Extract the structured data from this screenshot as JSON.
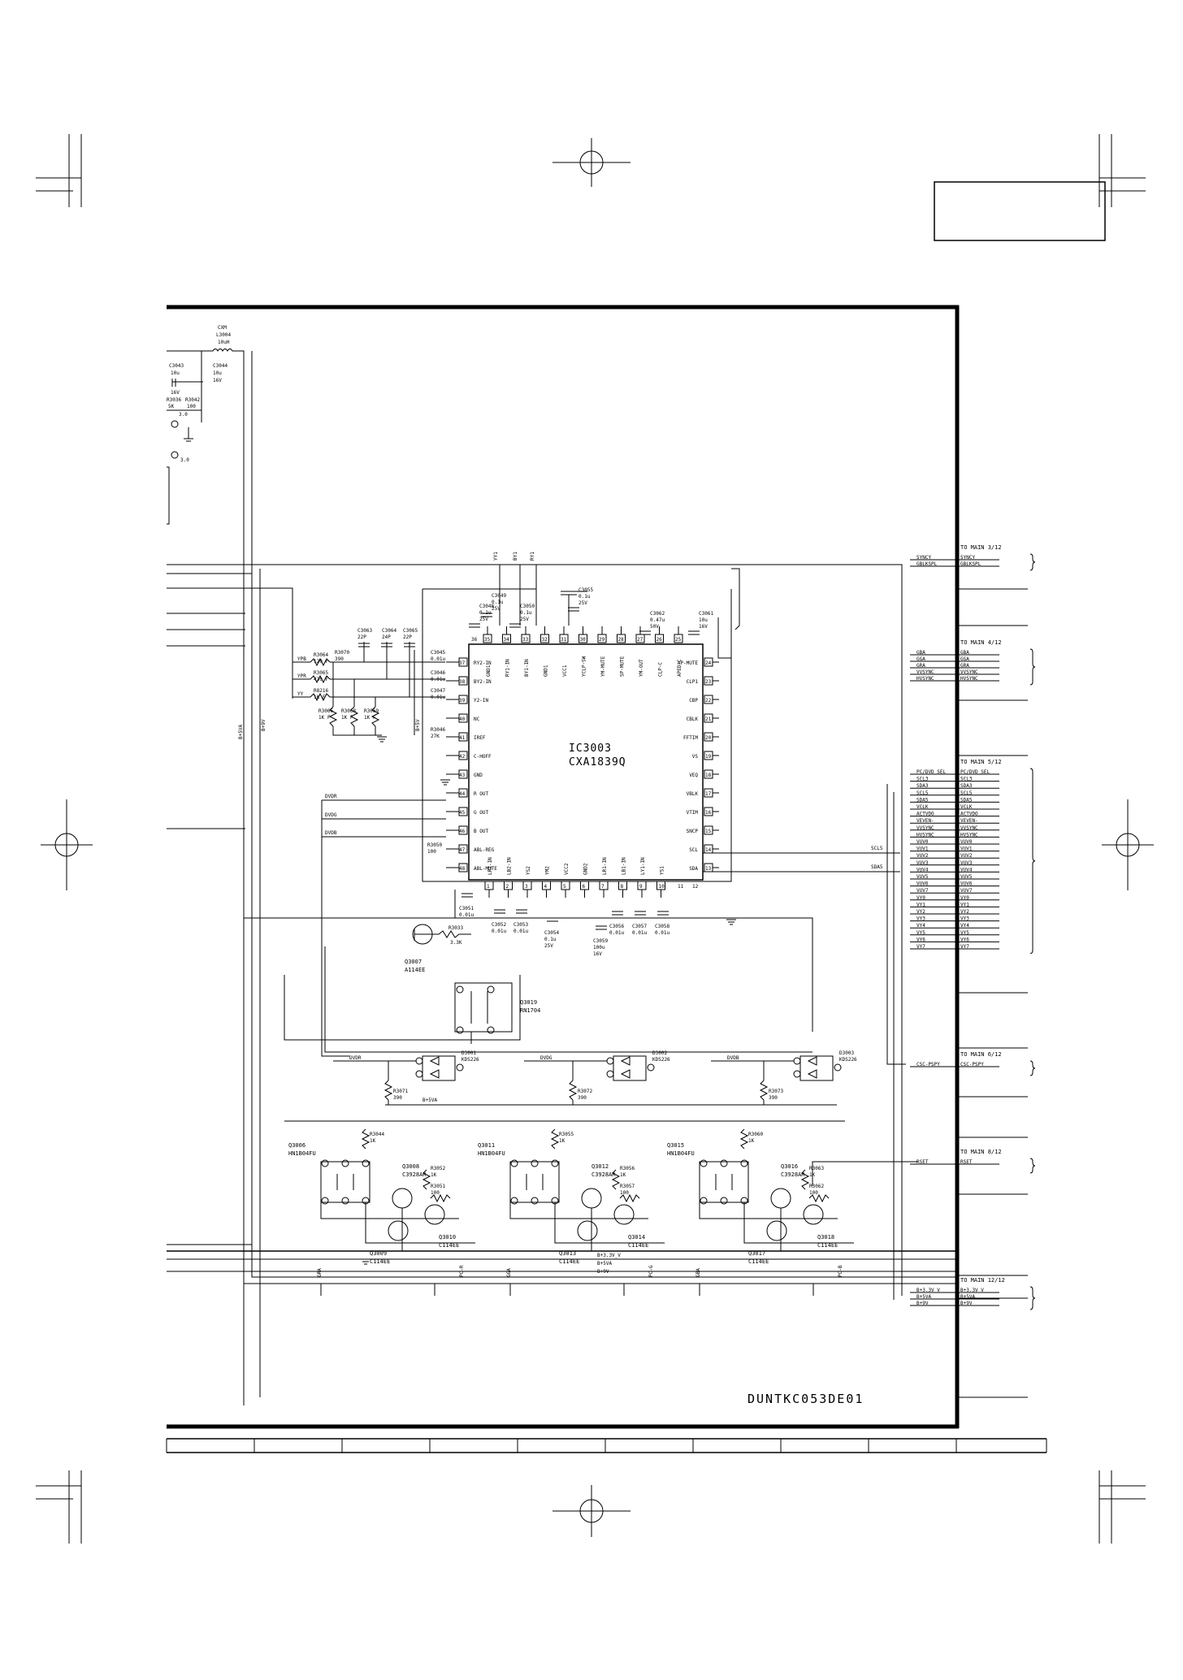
{
  "ic": {
    "ref": "IC3003",
    "part": "CXA1839Q",
    "pins_top": [
      "GND1",
      "RY1-IN",
      "BY1-IN",
      "GND1",
      "VCC1",
      "YCLP-SW",
      "YM-MUTE",
      "SP-MUTE",
      "YM-OUT",
      "CLP-C",
      "APED-C"
    ],
    "pins_left": [
      "RY2-IN",
      "BY2-IN",
      "Y2-IN",
      "NC",
      "IREF",
      "C-HOFF",
      "GND",
      "R OUT",
      "G OUT",
      "B OUT",
      "ABL-REG",
      "ABL-MUTE"
    ],
    "pins_right": [
      "AP-MUTE",
      "CLP1",
      "CBP",
      "CBLK",
      "FFTIM",
      "VS",
      "VEQ",
      "VBLK",
      "VTIM",
      "SNCP",
      "SCL",
      "SDA"
    ],
    "pins_bottom": [
      "LR2-IN",
      "LB2-IN",
      "YS2",
      "YM2",
      "VCC2",
      "GND2",
      "LR1-IN",
      "LB1-IN",
      "LY1-IN",
      "YS1"
    ],
    "pin_nums_top": [
      "36",
      "35",
      "34",
      "33",
      "32",
      "31",
      "30",
      "29",
      "28",
      "27",
      "26",
      "25"
    ],
    "pin_nums_left": [
      "37",
      "38",
      "39",
      "40",
      "41",
      "42",
      "43",
      "44",
      "45",
      "46",
      "47",
      "48"
    ],
    "pin_nums_right": [
      "24",
      "23",
      "22",
      "21",
      "20",
      "19",
      "18",
      "17",
      "16",
      "15",
      "14",
      "13"
    ],
    "pin_nums_bottom": [
      "1",
      "2",
      "3",
      "4",
      "5",
      "6",
      "7",
      "8",
      "9",
      "10",
      "11",
      "12"
    ]
  },
  "top_components": [
    {
      "ref": "C3048",
      "val1": "0.1u",
      "val2": "25V"
    },
    {
      "ref": "C3049",
      "val1": "0.1u",
      "val2": "25V"
    },
    {
      "ref": "C3050",
      "val1": "0.1u",
      "val2": "25V"
    },
    {
      "ref": "C3055",
      "val1": "0.1u",
      "val2": "25V"
    },
    {
      "ref": "C3062",
      "val1": "0.47u",
      "val2": "50V"
    },
    {
      "ref": "C3061",
      "val1": "10u",
      "val2": "16V"
    }
  ],
  "top_nets": [
    "YY1",
    "BY1",
    "RY1"
  ],
  "left_components": [
    {
      "ref": "C3063",
      "val": "22P"
    },
    {
      "ref": "C3064",
      "val": "24P"
    },
    {
      "ref": "C3065",
      "val": "22P"
    },
    {
      "ref": "R3064",
      "val": "120 F"
    },
    {
      "ref": "R3070",
      "val": "390"
    },
    {
      "ref": "R3065",
      "val": "430 F"
    },
    {
      "ref": "R8216",
      "val": "1K F"
    },
    {
      "ref": "R3066",
      "val": "1K F"
    },
    {
      "ref": "R3068",
      "val": "1K F"
    },
    {
      "ref": "R3069",
      "val": "1K F"
    },
    {
      "ref": "C3045",
      "val": "0.01u"
    },
    {
      "ref": "C3046",
      "val": "0.01u"
    },
    {
      "ref": "C3047",
      "val": "0.01u"
    },
    {
      "ref": "R3046",
      "val": "27K"
    },
    {
      "ref": "R3050",
      "val": "100"
    }
  ],
  "left_nets": [
    "YPB",
    "YPR",
    "YY",
    "DVDR",
    "DVDG",
    "DVDB"
  ],
  "left_misc": {
    "choke_ref": "CXM",
    "choke_name": "L3004",
    "choke_val": "10uH",
    "c3043_ref": "C3043",
    "c3043_v1": "10u",
    "c3043_v2": "16V",
    "c3044_ref": "C3044",
    "c3044_v1": "10u",
    "c3044_v2": "16V",
    "r3036": "R3036",
    "r3036v": "5K",
    "r3042": "R3042",
    "r3042v": "100",
    "b5va": "B+5VA",
    "b9v": "B+9V",
    "b5v": "B+5V",
    "v3": "3.0"
  },
  "bottom_caps": [
    {
      "ref": "C3051",
      "val": "0.01u"
    },
    {
      "ref": "C3052",
      "val": "0.01u"
    },
    {
      "ref": "C3053",
      "val": "0.01u"
    },
    {
      "ref": "C3054",
      "val": "0.1u",
      "val2": "25V"
    },
    {
      "ref": "C3059",
      "val": "100u",
      "val2": "16V"
    },
    {
      "ref": "C3056",
      "val": "0.01u"
    },
    {
      "ref": "C3057",
      "val": "0.01u"
    },
    {
      "ref": "C3058",
      "val": "0.01u"
    }
  ],
  "transistors": {
    "q3007": {
      "ref": "Q3007",
      "part": "A114EE"
    },
    "q3019": {
      "ref": "Q3019",
      "part": "RN1704"
    },
    "r3033": {
      "ref": "R3033",
      "val": "3.3K"
    },
    "d3001": {
      "ref": "D3001",
      "part": "KDS226"
    },
    "d3002": {
      "ref": "D3002",
      "part": "KDS226"
    },
    "d3003": {
      "ref": "D3003",
      "part": "KDS226"
    },
    "r3071": {
      "ref": "R3071",
      "val": "390"
    },
    "r3072": {
      "ref": "R3072",
      "val": "390"
    },
    "r3073": {
      "ref": "R3073",
      "val": "390"
    }
  },
  "driver_blocks": [
    {
      "hn": "Q3006",
      "hnpart": "HN1B04FU",
      "q1": "Q3008",
      "q1part": "C3928AR",
      "r1": "R3044",
      "r1v": "1K",
      "r2": "R3051",
      "r2v": "100",
      "rb": "R3052",
      "rbv": "1K",
      "q2": "Q3009",
      "q2part": "C114EE",
      "q3": "Q3010",
      "q3part": "C114EE",
      "net_in": "DVDR",
      "net_out": "GRA",
      "pc": "PC-R"
    },
    {
      "hn": "Q3011",
      "hnpart": "HN1B04FU",
      "q1": "Q3012",
      "q1part": "C3928AR",
      "r1": "R3055",
      "r1v": "1K",
      "r2": "R3057",
      "r2v": "100",
      "rb": "R3056",
      "rbv": "1K",
      "q2": "Q3013",
      "q2part": "C114EE",
      "q3": "Q3014",
      "q3part": "C114EE",
      "net_in": "DVDG",
      "net_out": "GGA",
      "pc": "PC-G"
    },
    {
      "hn": "Q3015",
      "hnpart": "HN1B04FU",
      "q1": "Q3016",
      "q1part": "C3928AR",
      "r1": "R3060",
      "r1v": "1K",
      "r2": "R3062",
      "r2v": "100",
      "rb": "R3063",
      "rbv": "1K",
      "q2": "Q3017",
      "q2part": "C114EE",
      "q3": "Q3018",
      "q3part": "C114EE",
      "net_in": "DVDB",
      "net_out": "GBA",
      "pc": "PC-B"
    }
  ],
  "b5va_label": "B+5VA",
  "connectors": [
    {
      "title": "TO MAIN 3/12",
      "signals": [
        "SYNCY",
        "GBLKSPL"
      ]
    },
    {
      "title": "TO MAIN 4/12",
      "signals": [
        "GBA",
        "GGA",
        "GRA",
        "VVSYNC",
        "HVSYNC"
      ]
    },
    {
      "title": "TO MAIN 5/12",
      "signals": [
        "PC/DVD_SEL",
        "SCL3",
        "SDA3",
        "SCL5",
        "SDA5",
        "VCLK",
        "ACTVDO",
        "VEVEN-",
        "VVSYNC",
        "HVSYNC",
        "VUV0",
        "VUV1",
        "VUV2",
        "VUV3",
        "VUV4",
        "VUV5",
        "VUV6",
        "VUV7",
        "VY0",
        "VY1",
        "VY2",
        "VY3",
        "VY4",
        "VY5",
        "VY6",
        "VY7"
      ]
    },
    {
      "title": "TO MAIN 6/12",
      "signals": [
        "CSC-PSPY"
      ]
    },
    {
      "title": "TO MAIN 8/12",
      "signals": [
        "RSET"
      ]
    },
    {
      "title": "TO MAIN 12/12",
      "signals": [
        "B+3.3V_V",
        "B+5VA",
        "B+9V"
      ]
    }
  ],
  "sda_scl": {
    "scl": "SCL5",
    "sda": "SDA5"
  },
  "bottom_rails": [
    "B+3.3V_V",
    "B+5VA",
    "B+9V"
  ],
  "code": "DUNTKC053DE01"
}
